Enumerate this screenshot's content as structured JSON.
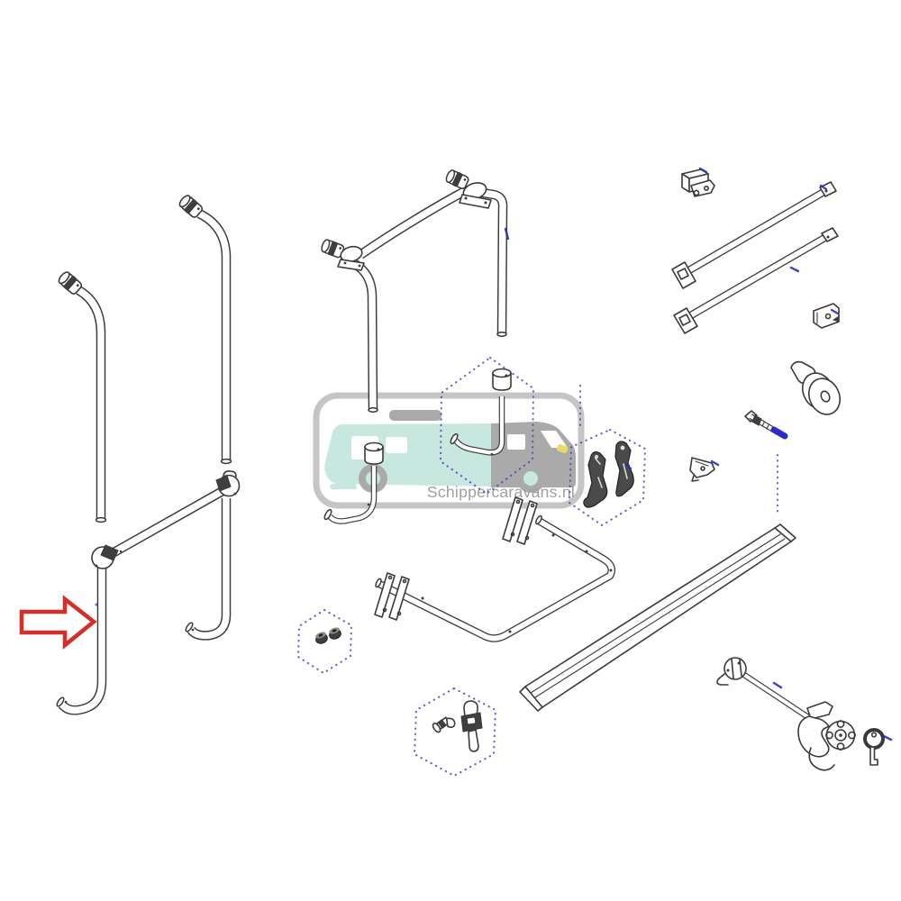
{
  "watermark": {
    "text": "Schippercaravans.nl"
  },
  "annotations": {
    "arrow_direction": "right",
    "grouping_hexagon_count": 4
  },
  "colors": {
    "background": "#ffffff",
    "line": "#3a3a3a",
    "annotation_blue": "#2a2ec4",
    "hexagon_blue": "#4040b0",
    "arrow_red": "#d23029",
    "dark_fitting": "#3f3f3f",
    "watermark_frame": "#bcbcbc",
    "watermark_text": "#8f8f8f",
    "motorhome_teal": "#bfe3da",
    "motorhome_gray": "#9c9c9c",
    "headlight_yellow": "#e8d44d"
  }
}
